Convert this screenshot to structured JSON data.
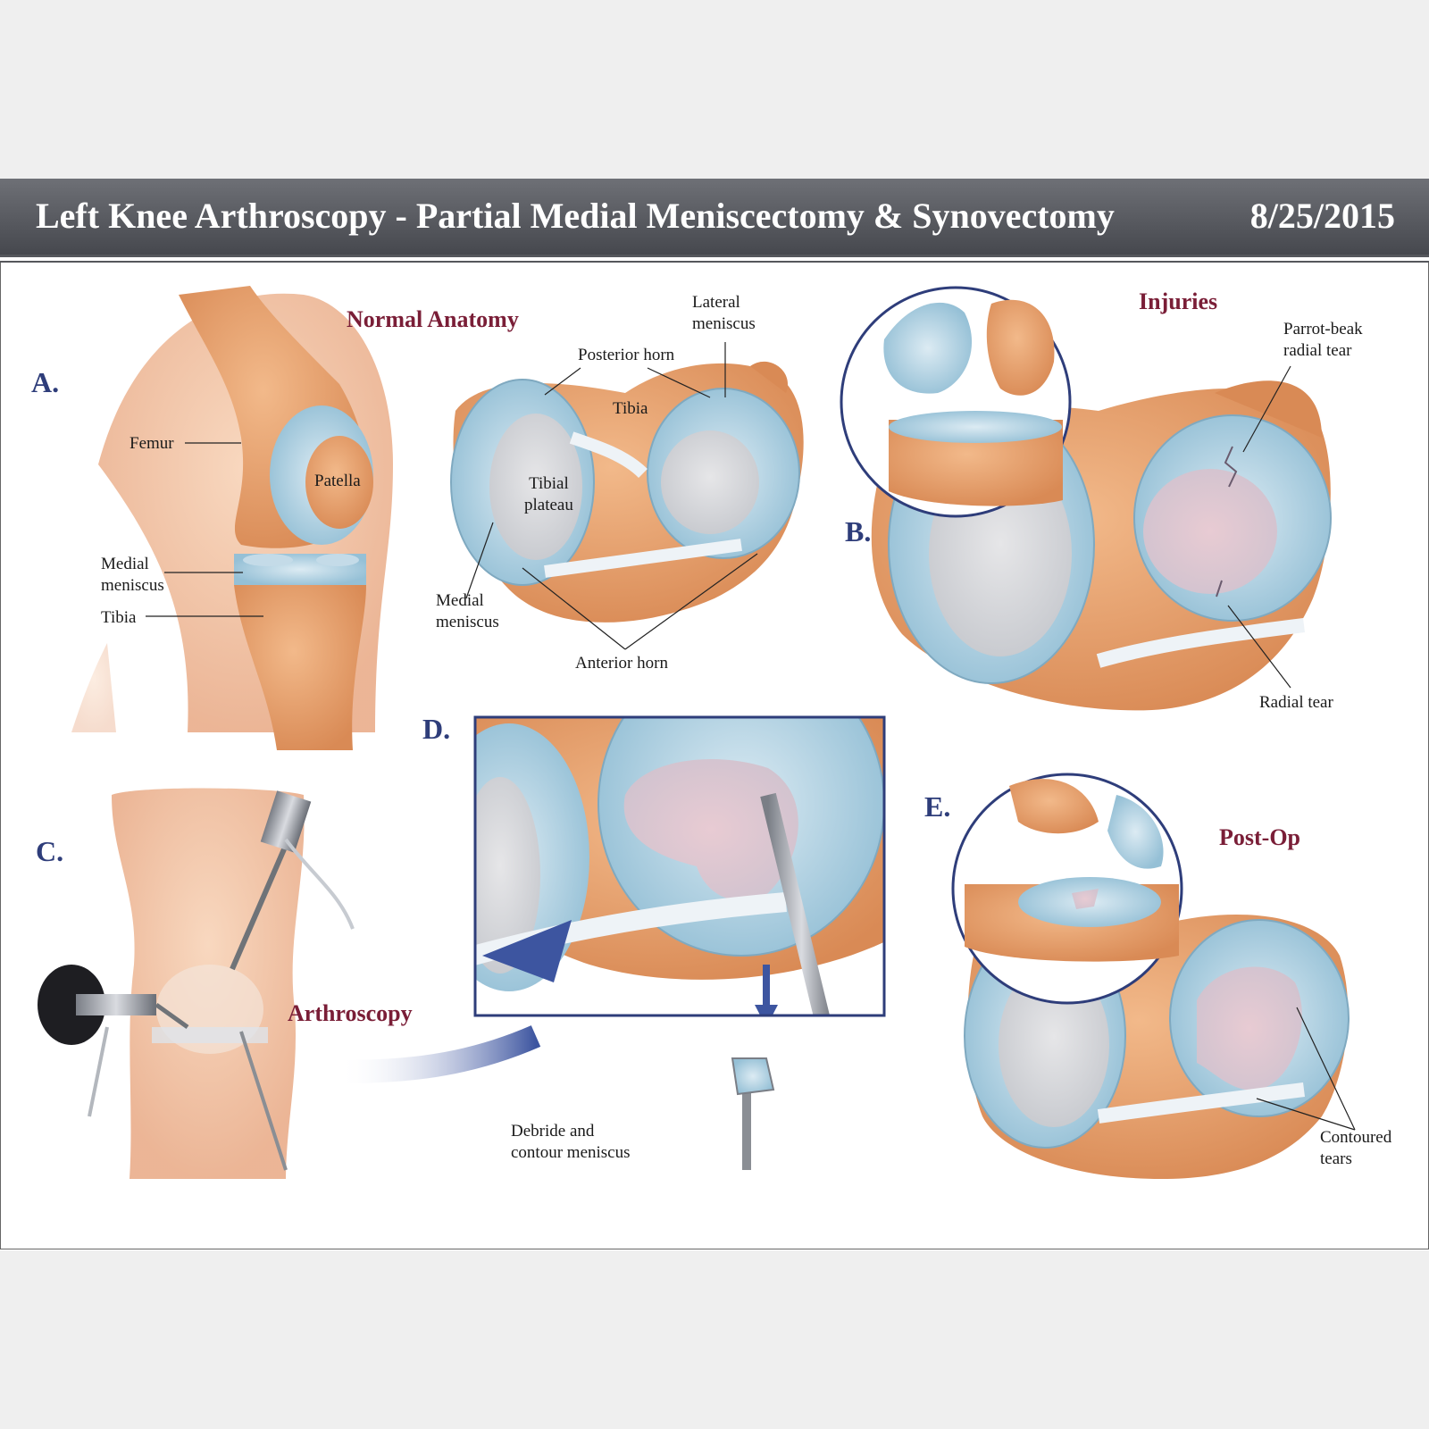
{
  "header": {
    "title": "Left Knee Arthroscopy - Partial Medial Meniscectomy & Synovectomy",
    "date": "8/25/2015"
  },
  "colors": {
    "header_bg": "#55575c",
    "section_title": "#7a1e37",
    "panel_letter": "#2e3d7a",
    "bone": "#e49a66",
    "cartilage": "#a9cde0",
    "ligament": "#e8eef4"
  },
  "panels": {
    "a": {
      "letter": "A.",
      "labels": {
        "femur": "Femur",
        "patella": "Patella",
        "medial_meniscus": "Medial\nmeniscus",
        "tibia": "Tibia"
      }
    },
    "normal": {
      "title": "Normal Anatomy",
      "labels": {
        "lateral_meniscus": "Lateral\nmeniscus",
        "posterior_horn": "Posterior horn",
        "tibia": "Tibia",
        "tibial_plateau": "Tibial\nplateau",
        "medial_meniscus": "Medial\nmeniscus",
        "anterior_horn": "Anterior horn"
      }
    },
    "b": {
      "letter": "B.",
      "title": "Injuries",
      "labels": {
        "parrot_beak": "Parrot-beak\nradial tear",
        "radial_tear": "Radial tear"
      }
    },
    "c": {
      "letter": "C.",
      "title": "Arthroscopy"
    },
    "d": {
      "letter": "D.",
      "labels": {
        "debride": "Debride and\ncontour meniscus"
      }
    },
    "e": {
      "letter": "E.",
      "title": "Post-Op",
      "labels": {
        "contoured": "Contoured\ntears"
      }
    }
  }
}
